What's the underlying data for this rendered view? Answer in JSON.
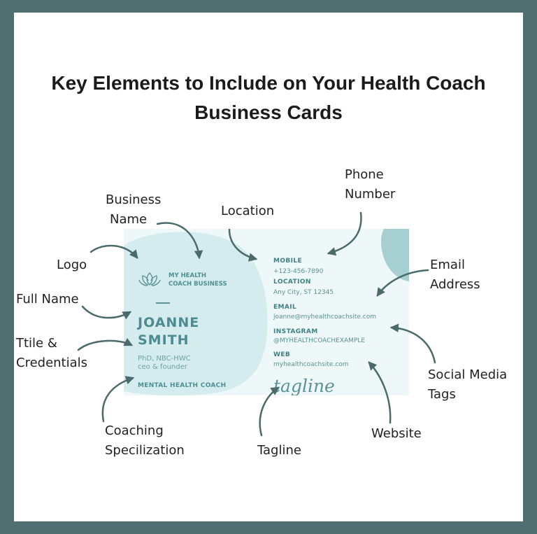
{
  "title_lines": [
    "Key Elements to Include on Your Health Coach",
    "Business Cards"
  ],
  "labels": {
    "business_name": [
      "Business",
      "Name"
    ],
    "logo": "Logo",
    "full_name": "Full Name",
    "title_credentials": [
      "Ttile &",
      "Credentials"
    ],
    "coaching_specialization": [
      "Coaching",
      "Specilization"
    ],
    "location": "Location",
    "phone_number": [
      "Phone",
      "Number"
    ],
    "email_address": [
      "Email",
      "Address"
    ],
    "social_media_tags": [
      "Social Media",
      "Tags"
    ],
    "website": "Website",
    "tagline": "Tagline"
  },
  "card": {
    "brand_lines": [
      "MY HEALTH",
      "COACH BUSINESS"
    ],
    "name_lines": [
      "JOANNE",
      "SMITH"
    ],
    "credentials_lines": [
      "PhD, NBC-HWC",
      "ceo & founder"
    ],
    "specialization": "MENTAL HEALTH COACH",
    "mobile_label": "MOBILE",
    "mobile_value": "+123-456-7890",
    "location_label": "LOCATION",
    "location_value": "Any City, ST 12345",
    "email_label": "EMAIL",
    "email_value": "joanne@myhealthcoachsite.com",
    "instagram_label": "INSTAGRAM",
    "instagram_value": "@MYHEALTHCOACHEXAMPLE",
    "web_label": "WEB",
    "web_value": "myhealthcoachsite.com",
    "tagline": "tagline"
  },
  "colors": {
    "frame": "#4f6f71",
    "card_background": "#eef8f8",
    "card_blob": "#d5ecee",
    "card_accent": "#a6cfd2",
    "text_teal": "#4c8b90",
    "arrow": "#4a6a6c"
  },
  "icons": [
    "lotus-logo-icon"
  ]
}
